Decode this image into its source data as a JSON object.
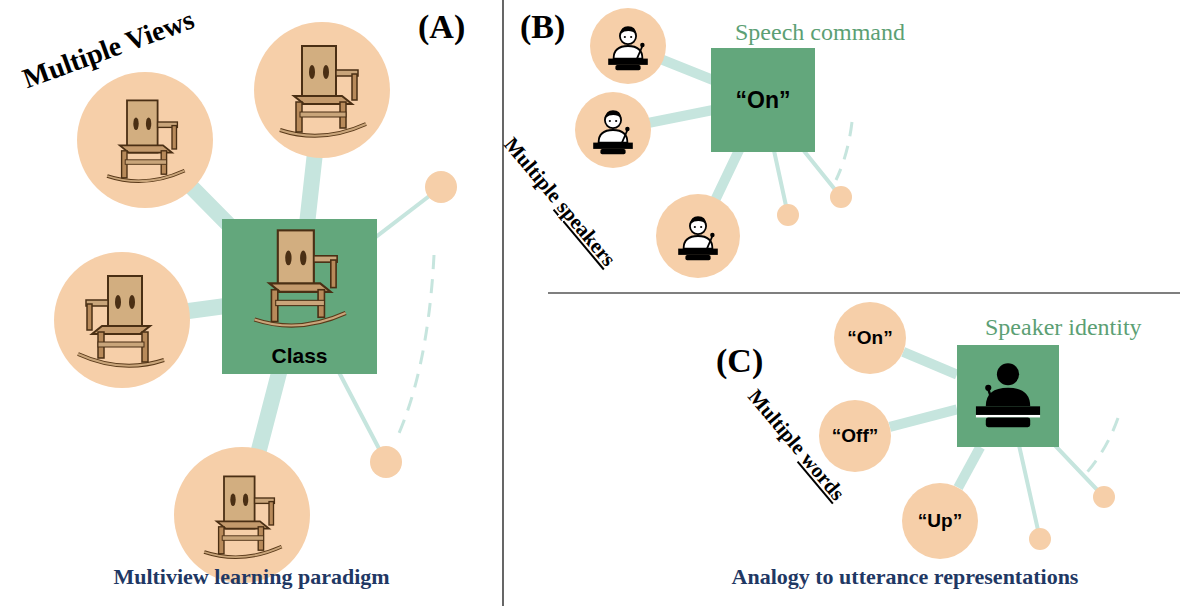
{
  "diagram": {
    "nodes": [
      {
        "text": [
          "Class"
        ]
      },
      {
        "text": [
          "Speech command",
          "“On”"
        ]
      },
      {
        "text": [
          "Speaker identity"
        ]
      },
      {
        "text": [
          "“On”"
        ]
      },
      {
        "text": [
          "“Off”"
        ]
      },
      {
        "text": [
          "“Up”"
        ]
      }
    ],
    "edges": [
      {
        "from": 3,
        "to": 2,
        "arrow": "none"
      },
      {
        "from": 4,
        "to": 2,
        "arrow": "none"
      },
      {
        "from": 5,
        "to": 2,
        "arrow": "none"
      }
    ],
    "labels": [
      "Multiple Views",
      "(A)",
      "(B)",
      "Multiple speakers",
      "(C)",
      "Multiple words",
      "Multiview learning paradigm",
      "Analogy to utterance representations"
    ]
  }
}
